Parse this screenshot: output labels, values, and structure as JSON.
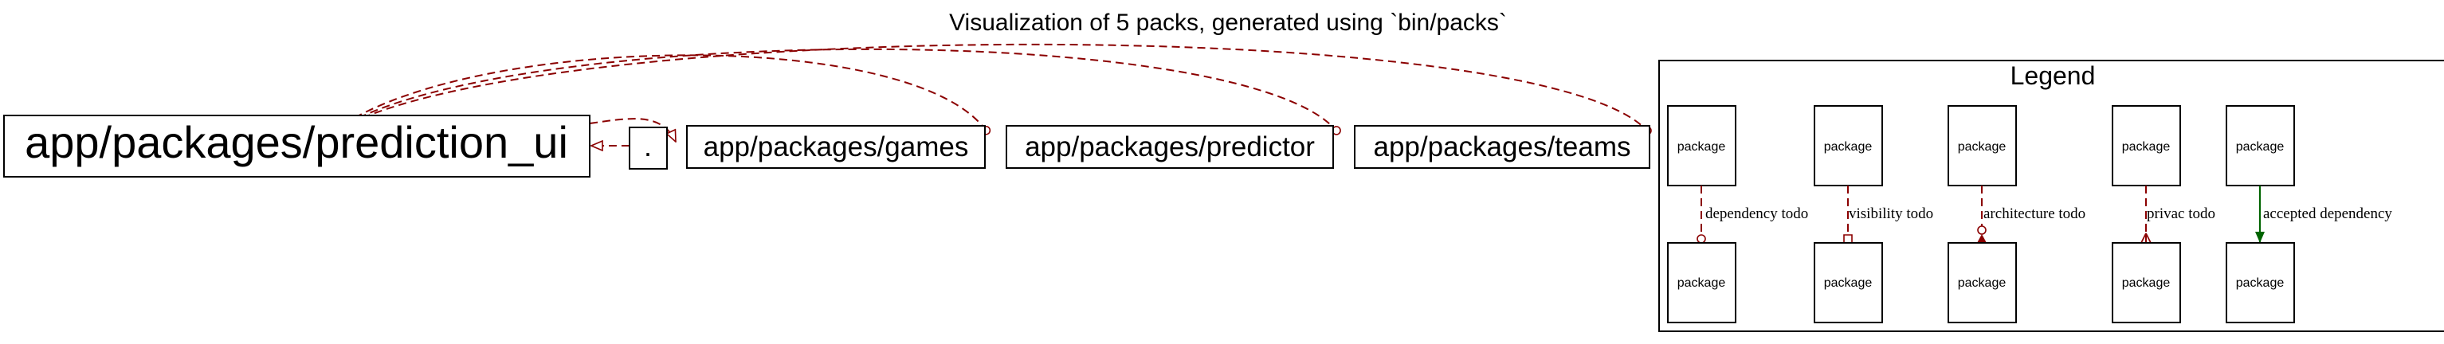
{
  "title": "Visualization of 5 packs, generated using `bin/packs`",
  "packs": [
    {
      "id": "prediction_ui",
      "label": "app/packages/prediction_ui"
    },
    {
      "id": "root",
      "label": "."
    },
    {
      "id": "games",
      "label": "app/packages/games"
    },
    {
      "id": "predictor",
      "label": "app/packages/predictor"
    },
    {
      "id": "teams",
      "label": "app/packages/teams"
    }
  ],
  "legend": {
    "title": "Legend",
    "node_label": "package",
    "edges": [
      {
        "label": "dependency todo",
        "style": "dashed",
        "color": "#8b0000",
        "head": "odot"
      },
      {
        "label": "visibility todo",
        "style": "dashed",
        "color": "#8b0000",
        "head": "obox"
      },
      {
        "label": "architecture todo",
        "style": "dashed",
        "color": "#8b0000",
        "head": "odot-inv"
      },
      {
        "label": "privac todo",
        "style": "dashed",
        "color": "#8b0000",
        "head": "crow"
      },
      {
        "label": "accepted dependency",
        "style": "solid",
        "color": "#006400",
        "head": "normal"
      }
    ]
  },
  "colors": {
    "todo": "#8b0000",
    "accepted": "#006400",
    "border": "#000000"
  }
}
